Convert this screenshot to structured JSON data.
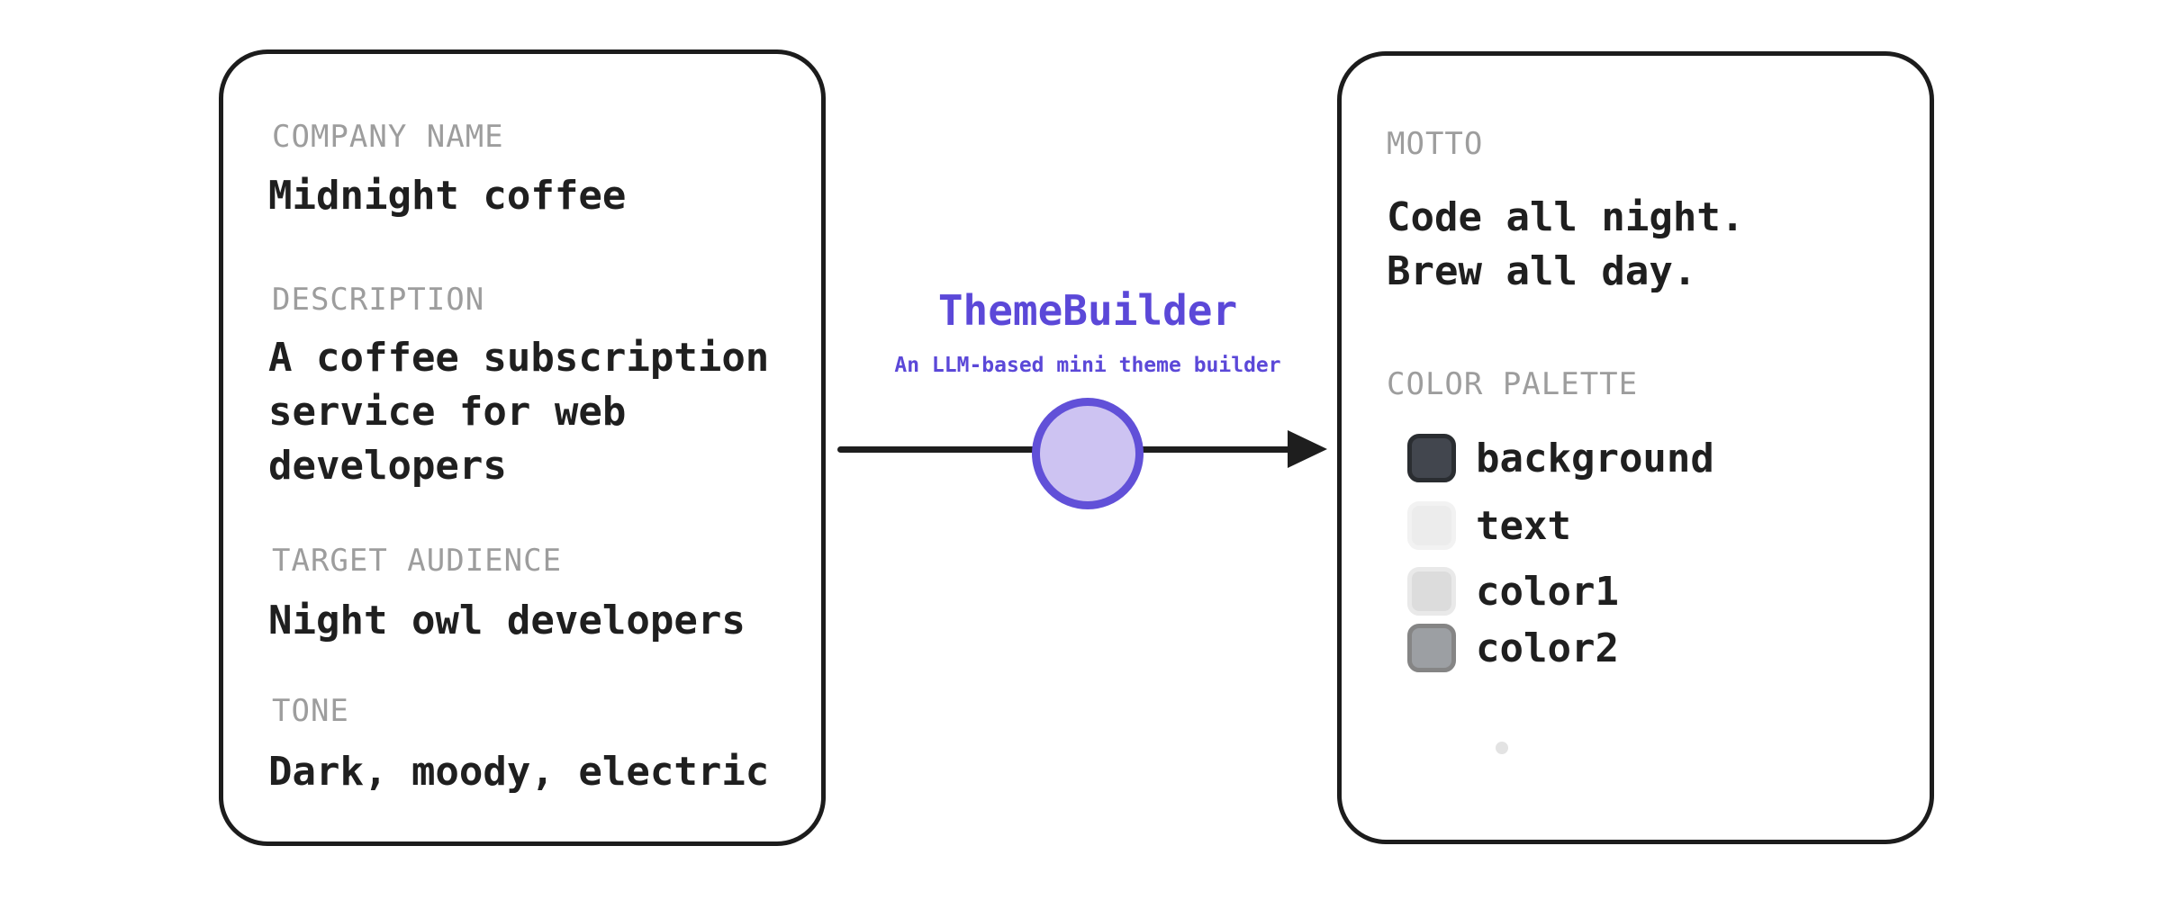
{
  "canvas": {
    "background": "#ffffff",
    "stroke": "#1c1c1c"
  },
  "input_card": {
    "fields": [
      {
        "label": "COMPANY NAME",
        "value": "Midnight coffee"
      },
      {
        "label": "DESCRIPTION",
        "value": "A coffee subscription service for web developers"
      },
      {
        "label": "TARGET AUDIENCE",
        "value": "Night owl developers"
      },
      {
        "label": "TONE",
        "value": "Dark, moody, electric"
      }
    ]
  },
  "processor": {
    "title": "ThemeBuilder",
    "subtitle": "An LLM-based mini theme builder",
    "accent_color": "#5b48d8",
    "node_fill": "#cdc3f2",
    "node_border": "#6150d8",
    "arrow_color": "#1e1e1e"
  },
  "output_card": {
    "motto_label": "MOTTO",
    "motto": "Code all night.\nBrew all day.",
    "palette_label": "COLOR PALETTE",
    "palette": [
      {
        "name": "background",
        "fill": "#42464e",
        "border": "#2a2d31"
      },
      {
        "name": "text",
        "fill": "#ececec",
        "border": "#f2f2f2"
      },
      {
        "name": "color1",
        "fill": "#dcdcdc",
        "border": "#e9e9e9"
      },
      {
        "name": "color2",
        "fill": "#9c9fa3",
        "border": "#858585"
      }
    ]
  }
}
